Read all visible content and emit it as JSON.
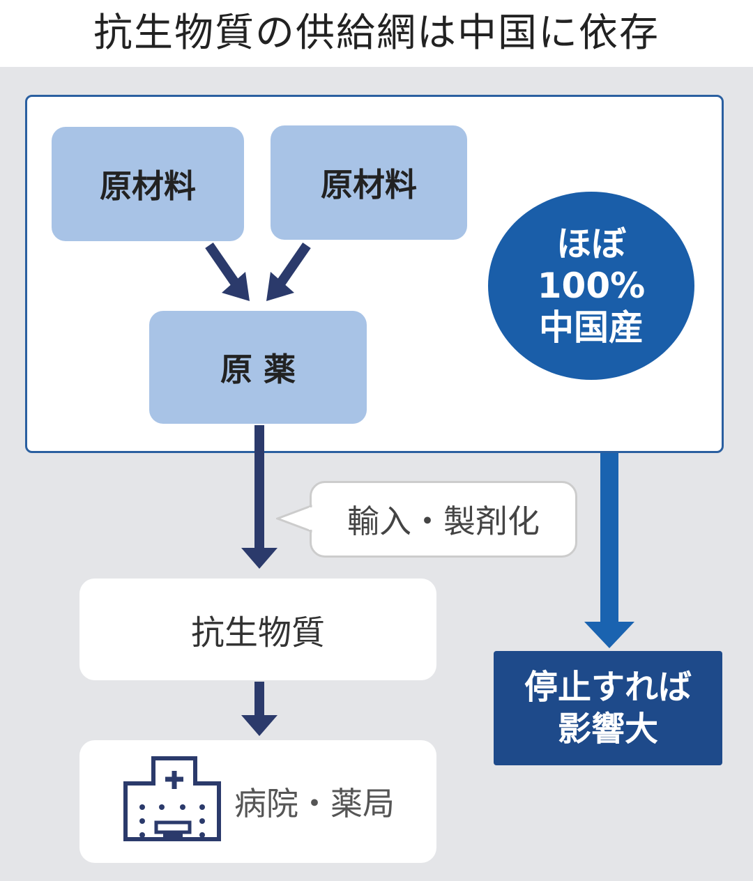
{
  "title": "抗生物質の供給網は中国に依存",
  "raw_material_1": "原材料",
  "raw_material_2": "原材料",
  "api": "原 薬",
  "china_share": {
    "line1": "ほぼ",
    "line2": "100%",
    "line3": "中国産"
  },
  "import_label": "輸入・製剤化",
  "antibiotics": "抗生物質",
  "hospital": "病院・薬局",
  "impact": {
    "line1": "停止すれば",
    "line2": "影響大"
  },
  "colors": {
    "light_box": "#a8c3e6",
    "circle": "#1a5ea9",
    "dark_arrow": "#2b3a6b",
    "blue_arrow": "#1a63b0",
    "impact_box": "#1e4a8a"
  }
}
